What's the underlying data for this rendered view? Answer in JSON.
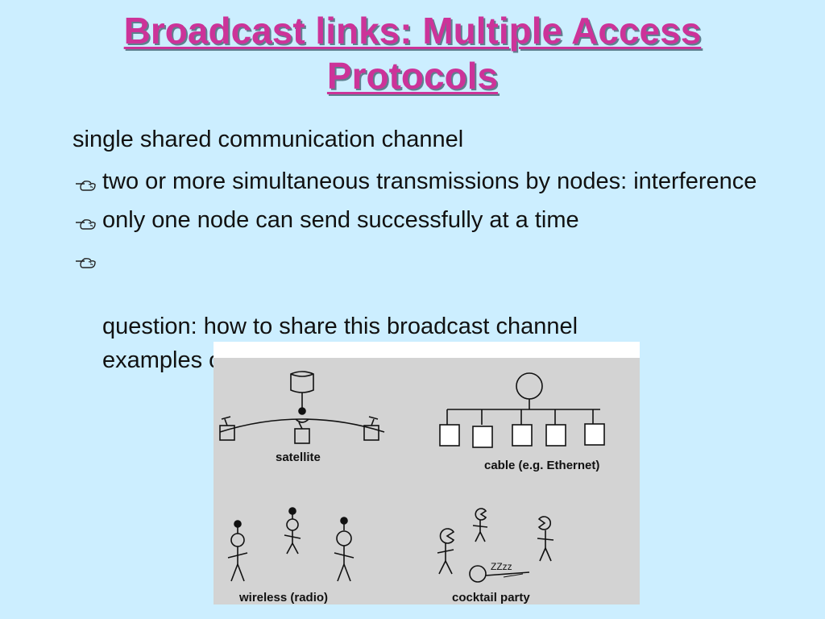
{
  "slide": {
    "title_line1": "Broadcast links: Multiple Access",
    "title_line2": "Protocols",
    "intro": "single shared communication channel",
    "bullets": [
      {
        "text": "two or more simultaneous transmissions by nodes: interference"
      },
      {
        "text": "only one node can send successfully at a time"
      },
      {
        "text": "question: how to share this broadcast channel\nexamples of multiple access environments:"
      }
    ],
    "bullet_icon": "pointing-hand-icon"
  },
  "figure": {
    "labels": {
      "satellite": "satellite",
      "cable": "cable (e.g. Ethernet)",
      "wireless": "wireless (radio)",
      "cocktail": "cocktail party",
      "zzz": "ZZzz"
    }
  },
  "colors": {
    "background": "#cceeff",
    "title": "#cc3399",
    "figure_bg": "#d3d3d3"
  }
}
